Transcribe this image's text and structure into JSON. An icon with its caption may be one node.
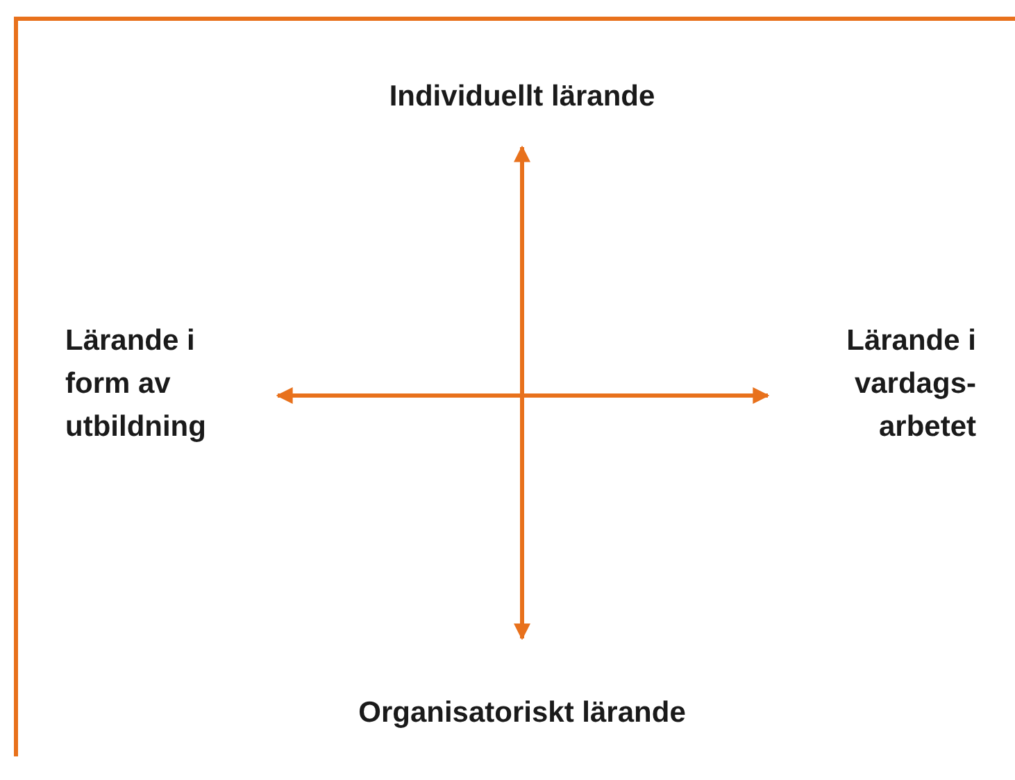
{
  "diagram": {
    "labels": [
      "Individuellt lärande",
      "Lärande i form av utbildning",
      "Lärande i vardags-arbetet",
      "Organisatoriskt lärande"
    ]
  }
}
